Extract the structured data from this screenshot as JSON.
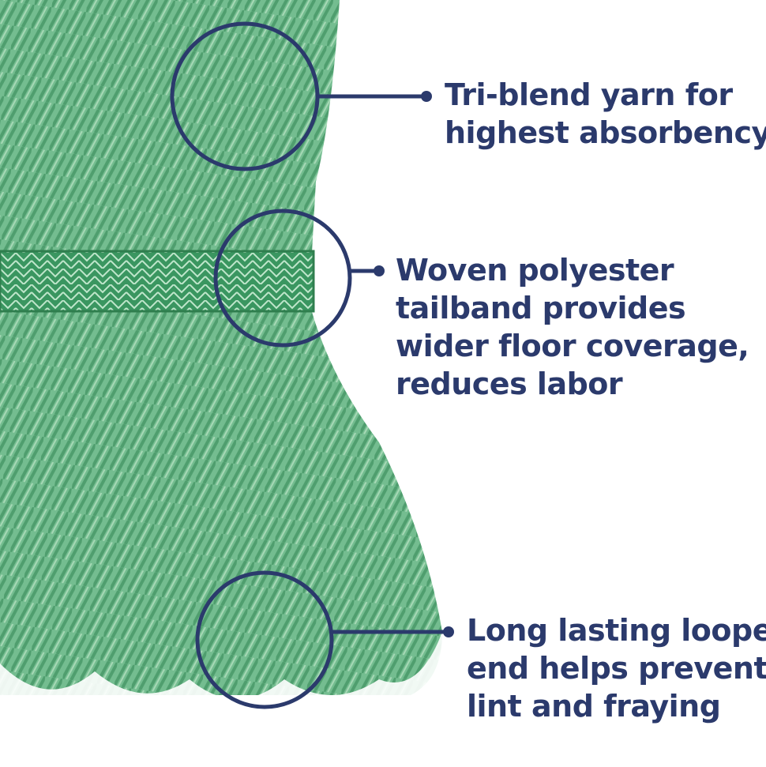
{
  "colors": {
    "text": "#2b3a6c",
    "mop_green": "#6db88a",
    "band_green": "#3f9a63"
  },
  "callouts": [
    {
      "icon": "magnifier-circle-yarn",
      "lines": [
        "Tri-blend yarn for",
        "highest absorbency"
      ]
    },
    {
      "icon": "magnifier-circle-tailband",
      "lines": [
        "Woven polyester",
        "tailband provides",
        "wider floor coverage,",
        "reduces labor"
      ]
    },
    {
      "icon": "magnifier-circle-looped-end",
      "lines": [
        "Long lasting looped",
        "end helps prevent",
        "lint and fraying"
      ]
    }
  ]
}
